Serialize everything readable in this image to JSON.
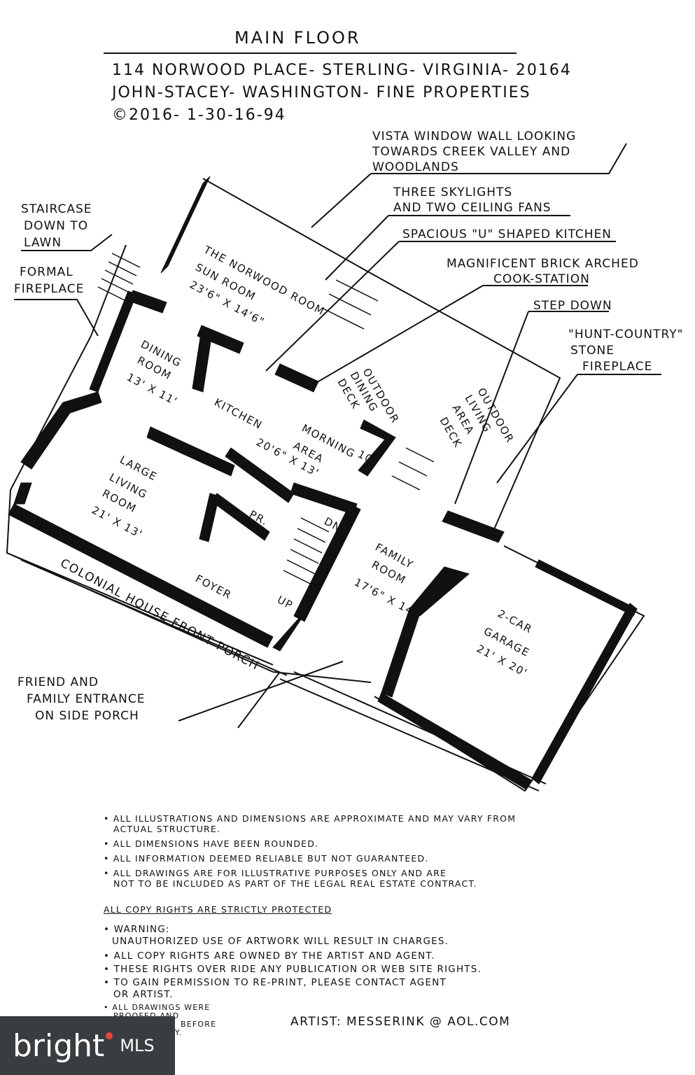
{
  "header": {
    "title": "MAIN FLOOR",
    "address": "114 NORWOOD PLACE- STERLING- VIRGINIA- 20164",
    "agents": "JOHN-STACEY- WASHINGTON- FINE PROPERTIES",
    "copyright": "©2016- 1-30-16-94"
  },
  "callouts": {
    "vista_1": "VISTA WINDOW WALL LOOKING",
    "vista_2": "TOWARDS CREEK VALLEY AND",
    "vista_3": "WOODLANDS",
    "skylights_1": "THREE SKYLIGHTS",
    "skylights_2": "AND TWO CEILING FANS",
    "kitchen": "SPACIOUS \"U\" SHAPED KITCHEN",
    "brick_1": "MAGNIFICENT BRICK ARCHED",
    "brick_2": "COOK-STATION",
    "step_down": "STEP DOWN",
    "hunt_1": "\"HUNT-COUNTRY\"",
    "hunt_2": "STONE",
    "hunt_3": "FIREPLACE",
    "stair_1": "STAIRCASE",
    "stair_2": "DOWN TO",
    "stair_3": "LAWN",
    "formal_1": "FORMAL",
    "formal_2": "FIREPLACE",
    "entrance_1": "FRIEND AND",
    "entrance_2": "FAMILY ENTRANCE",
    "entrance_3": "ON SIDE PORCH"
  },
  "rooms": {
    "sun_1": "THE NORWOOD ROOM",
    "sun_2": "SUN ROOM",
    "sun_3": "23'6\" x 14'6\"",
    "dining_1": "DINING",
    "dining_2": "ROOM",
    "dining_3": "13' x 11'",
    "kitchen": "KITCHEN",
    "outdoor_dining_1": "OUTDOOR",
    "outdoor_dining_2": "DINING",
    "outdoor_dining_3": "DECK",
    "outdoor_living_1": "OUTDOOR",
    "outdoor_living_2": "LIVING",
    "outdoor_living_3": "AREA",
    "outdoor_living_4": "DECK",
    "morning_1": "MORNING",
    "morning_2": "AREA",
    "morning_3": "20'6\" x 13'",
    "morning_4": "10'",
    "living_1": "LARGE",
    "living_2": "LIVING",
    "living_3": "ROOM",
    "living_4": "21' x 13'",
    "pr": "PR.",
    "dn": "DN",
    "up": "UP",
    "foyer": "FOYER",
    "family_1": "FAMILY",
    "family_2": "ROOM",
    "family_3": "17'6\" x 14'",
    "garage_1": "2-CAR",
    "garage_2": "GARAGE",
    "garage_3": "21' x 20'",
    "porch": "COLONIAL HOUSE FRONT PORCH"
  },
  "notes": [
    "• ALL ILLUSTRATIONS AND DIMENSIONS ARE APPROXIMATE AND MAY VARY FROM",
    "ACTUAL STRUCTURE.",
    "• ALL DIMENSIONS HAVE BEEN ROUNDED.",
    "• ALL INFORMATION DEEMED RELIABLE BUT NOT GUARANTEED.",
    "• ALL DRAWINGS ARE FOR ILLUSTRATIVE PURPOSES ONLY AND ARE",
    "NOT TO BE INCLUDED AS PART OF THE LEGAL REAL ESTATE CONTRACT."
  ],
  "copyright_heading": "ALL COPY RIGHTS ARE STRICTLY PROTECTED",
  "warnings": [
    "• WARNING:",
    "UNAUTHORIZED USE OF ARTWORK WILL RESULT IN CHARGES.",
    "• ALL COPY RIGHTS ARE OWNED BY THE ARTIST AND AGENT.",
    "• THESE RIGHTS OVER RIDE ANY PUBLICATION OR WEB SITE RIGHTS.",
    "• TO GAIN PERMISSION TO RE-PRINT, PLEASE CONTACT AGENT",
    "OR ARTIST.",
    "• ALL DRAWINGS WERE",
    "PROOFED AND",
    "BEFORE",
    "Y."
  ],
  "artist": "ARTIST: MESSERINK @ AOL.COM",
  "watermark": {
    "word": "bright",
    "suffix": "MLS",
    "accent": "#e8483b"
  }
}
